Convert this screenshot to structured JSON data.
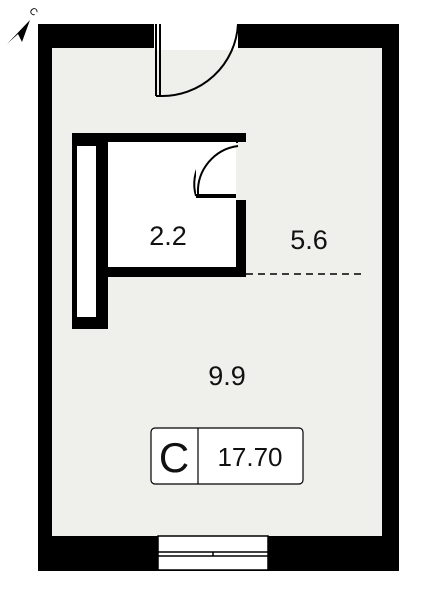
{
  "plan": {
    "compass": {
      "icon": "north-arrow-icon",
      "letter": "C"
    },
    "rooms": [
      {
        "id": "bathroom",
        "area": "2.2"
      },
      {
        "id": "hallway",
        "area": "5.6"
      },
      {
        "id": "living-room",
        "area": "9.9"
      }
    ],
    "apartment": {
      "type_letter": "С",
      "total_area": "17.70"
    },
    "colors": {
      "wall": "#000000",
      "floor": "#efefec",
      "background": "#ffffff"
    }
  }
}
